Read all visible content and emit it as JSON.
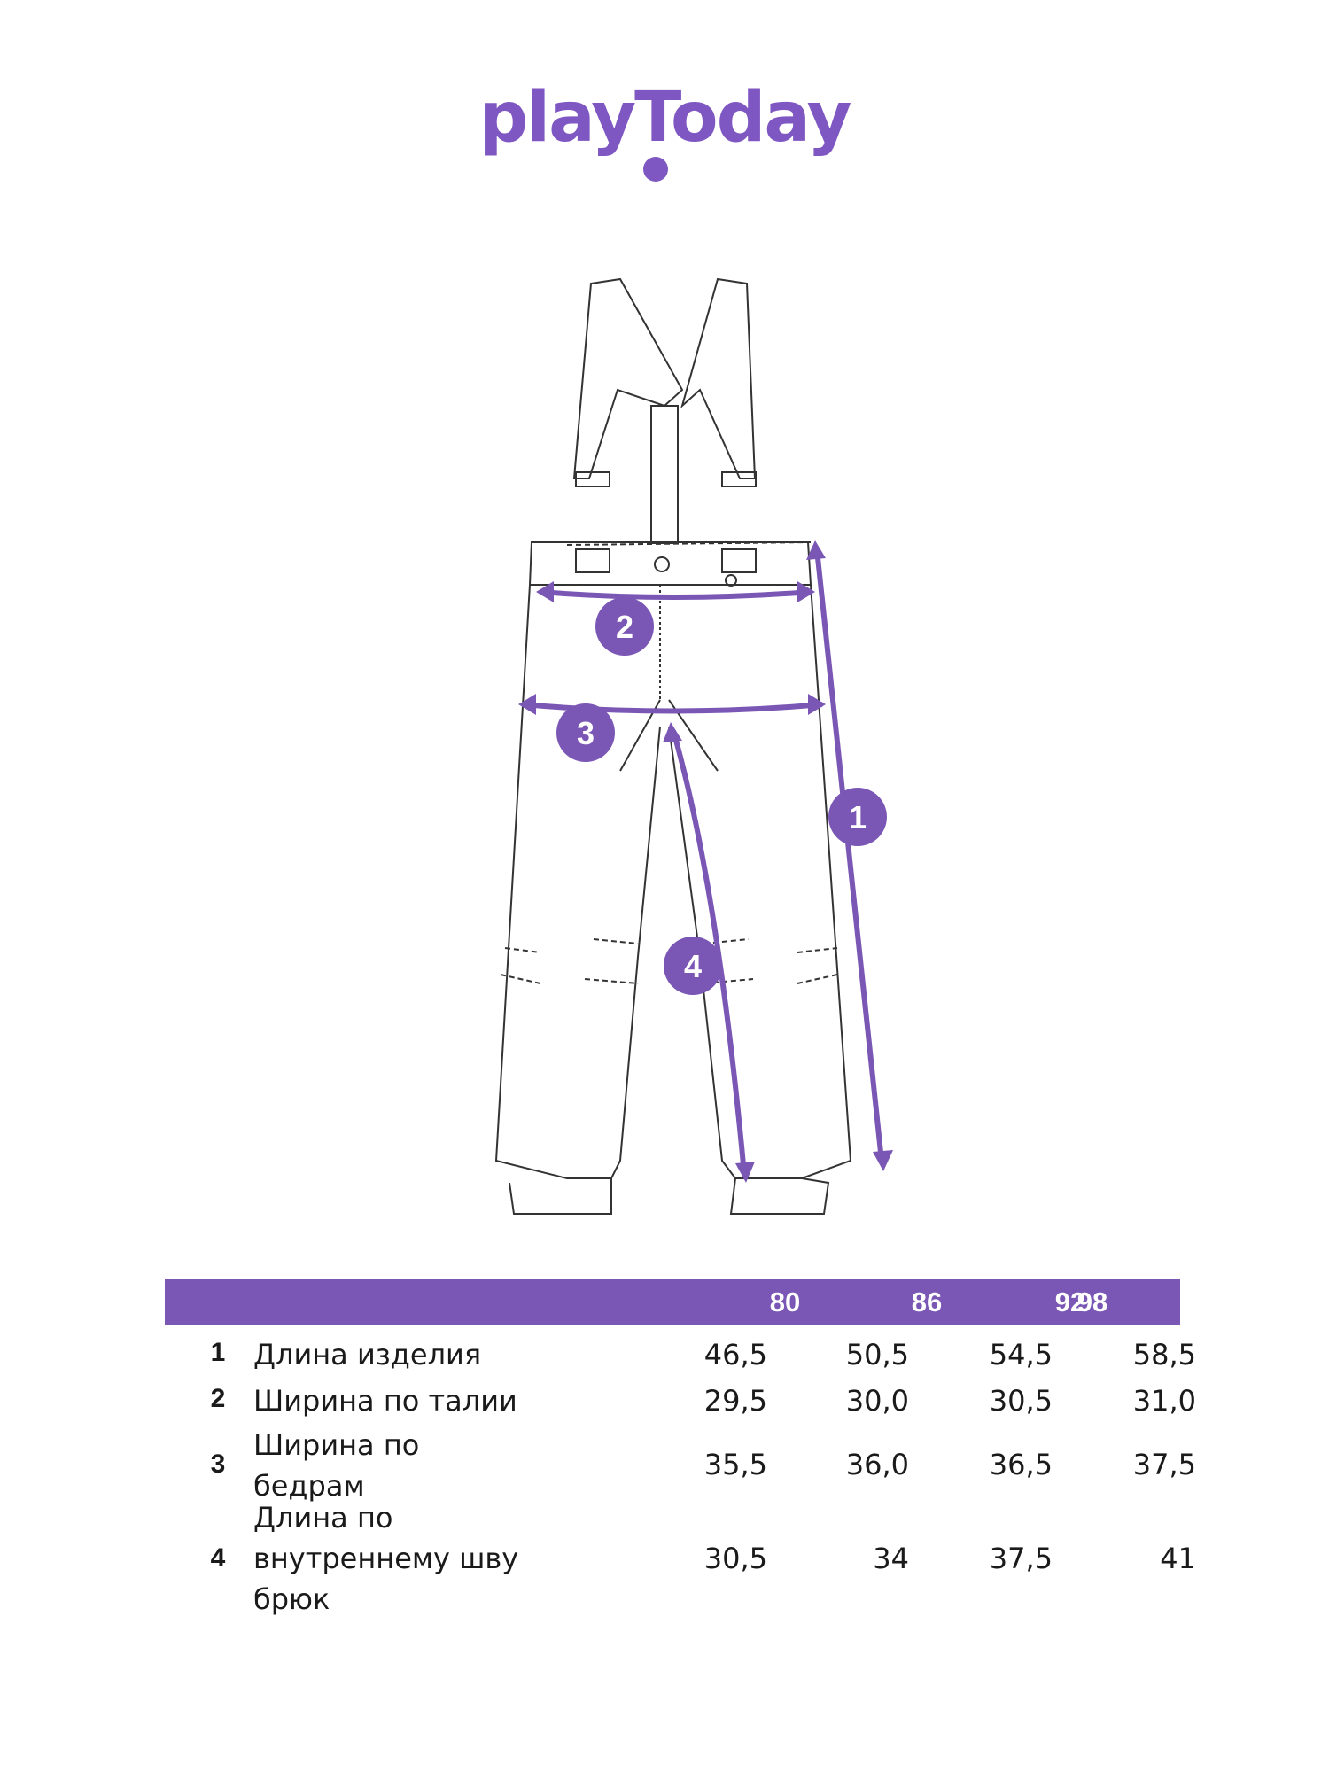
{
  "brand": {
    "logo_text": "playToday",
    "accent_color": "#7b57b5"
  },
  "diagram": {
    "markers": [
      {
        "id": "1",
        "label": "1"
      },
      {
        "id": "2",
        "label": "2"
      },
      {
        "id": "3",
        "label": "3"
      },
      {
        "id": "4",
        "label": "4"
      }
    ]
  },
  "size_table": {
    "sizes": [
      "80",
      "86",
      "92",
      "98"
    ],
    "rows": [
      {
        "num": "1",
        "label": "Длина изделия",
        "values": [
          "46,5",
          "50,5",
          "54,5",
          "58,5"
        ]
      },
      {
        "num": "2",
        "label": "Ширина по талии",
        "values": [
          "29,5",
          "30,0",
          "30,5",
          "31,0"
        ]
      },
      {
        "num": "3",
        "label": "Ширина по\nбедрам",
        "values": [
          "35,5",
          "36,0",
          "36,5",
          "37,5"
        ]
      },
      {
        "num": "4",
        "label": "Длина по\nвнутреннему шву\nбрюк",
        "values": [
          "30,5",
          "34",
          "37,5",
          "41"
        ]
      }
    ]
  }
}
